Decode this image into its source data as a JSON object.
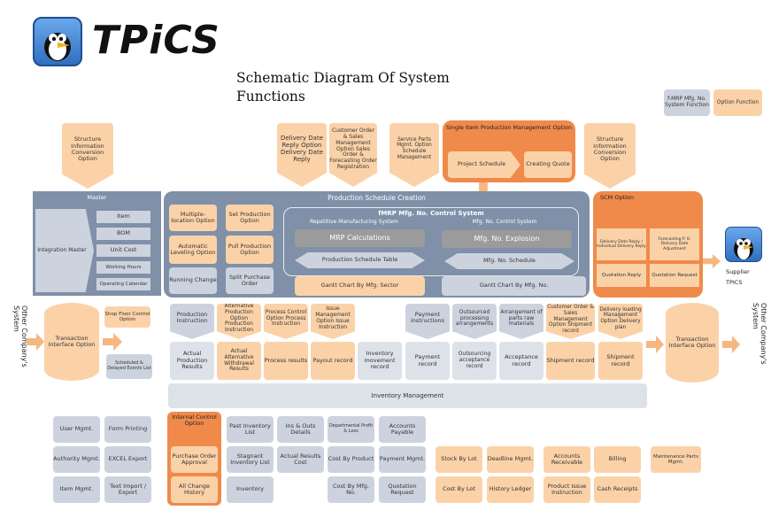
{
  "header": {
    "logo_text": "TPiCS",
    "title_line1": "Schematic Diagram Of System",
    "title_line2": "Functions"
  },
  "legend": {
    "gray_label": "f-MRP Mfg. No. System Function",
    "orange_label": "Option Function"
  },
  "top": {
    "structure_left": "Structure Information Conversion Option",
    "delivery_date": "Delivery Date Reply Option Delivery Date Reply",
    "customer_order": "Customer Order & Sales Management Option Sales Order & Forecasting Order Registration",
    "service_parts": "Service Parts Mgmt. Option Schedule Management",
    "single_item_title": "Single Item Production Management Option",
    "project_schedule": "Project Schedule",
    "creating_quote": "Creating Quote",
    "structure_right": "Structure Information Conversion Option"
  },
  "master": {
    "title": "Master",
    "integration": "Integration Master",
    "items": [
      "Item",
      "BOM",
      "Unit Cost",
      "Working Hours",
      "Operating Calendar"
    ]
  },
  "psc": {
    "title": "Production Schedule Creation",
    "multiple_location": "Multiple- location Option",
    "set_production": "Set Production Option",
    "auto_leveling": "Automatic Leveling Option",
    "pull_production": "Pull Production Option",
    "running_change": "Running Change",
    "split_purchase": "Split Purchase Order",
    "fmrp_title": "fMRP Mfg. No. Control System",
    "repetitive": "Repetitive Manufacturing System",
    "mfg_no_control": "Mfg. No. Control System",
    "mrp_calc": "MRP Calculations",
    "mfg_explosion": "Mfg. No. Explosion",
    "prod_sched_table": "Production Schedule Table",
    "mfg_no_schedule": "Mfg. No. Schedule",
    "gantt_sector": "Gantt Chart By Mfg. Sector",
    "gantt_mfgno": "Gantt Chart By Mfg. No."
  },
  "scm": {
    "title": "SCM Option",
    "delivery_reply": "Delivery Date Reply / Individual Delivery Reply",
    "forecasting": "Forecasting P. O. Delivery Date Adjustment",
    "quotation_reply": "Quotation Reply",
    "quotation_request": "Quotation Request",
    "supplier": "Supplier",
    "tpics": "TPICS"
  },
  "sides": {
    "left": "Other Company's System",
    "right": "Other Company's System"
  },
  "flow": {
    "transaction_left": "Transaction Interface Option",
    "shop_floor": "Shop Floor Control Option",
    "scheduled_delayed": "Scheduled & Delayed Events List",
    "top_row": [
      "Production Instruction",
      "Alternative Production Option Production Instruction",
      "Process Control Option Process Instruction",
      "Issue Management Option Issue Instruction",
      "Payment instructions",
      "Outsourced processing arrangements",
      "Arrangement of parts raw materials",
      "Customer Order & Sales Management Option Shipment record",
      "Delivery loading Management Option Delivery plan"
    ],
    "bottom_row": [
      "Actual Production Results",
      "Actual Alternative Withdrawal Results",
      "Process results",
      "Payout record",
      "Inventory movement record",
      "Payment record",
      "Outsourcing acceptance record",
      "Acceptance record",
      "Shipment record",
      "Shipment record"
    ],
    "transaction_right": "Transaction Interface Option",
    "inventory_mgmt": "Inventory Management"
  },
  "bottom": {
    "user_mgmt": "User Mgmt.",
    "form_printing": "Form Printing",
    "authority_mgmt": "Authority Mgmt.",
    "excel_export": "EXCEL Export",
    "item_mgmt": "Item Mgmt.",
    "text_import": "Text Import / Export",
    "internal_control": "Internal Control Option",
    "po_approval": "Purchase Order Approval",
    "all_change": "All Change History",
    "past_inventory": "Past Inventory List",
    "ins_outs": "Ins & Outs Details",
    "departmental": "Departmental Profit & Loss",
    "accounts_payable": "Accounts Payable",
    "stagnant_inventory": "Stagnant Inventory List",
    "actual_results_cost": "Actual Results Cost",
    "cost_by_product": "Cost By Product",
    "payment_mgmt": "Payment Mgmt.",
    "inventory": "Inventory",
    "cost_by_mfgno": "Cost By Mfg. No.",
    "quotation_request": "Quotation Request",
    "stock_by_lot": "Stock By Lot",
    "deadline_mgmt": "Deadline Mgmt.",
    "accounts_receivable": "Accounts Receivable",
    "billing": "Billing",
    "maintenance_parts": "Maintenance Parts Mgmt.",
    "cost_by_lot": "Cost By Lot",
    "history_ledger": "History Ledger",
    "product_issue": "Product Issue Instruction",
    "cash_receipts": "Cash Receipts"
  },
  "colors": {
    "slate": "#7f90a8",
    "gray_box": "#cdd3de",
    "orange_box": "#fbd2a8",
    "dark_orange": "#f08a4b",
    "arrow_orange": "#f5b781"
  },
  "icons": {
    "logo": "penguin-mascot-icon",
    "supplier": "penguin-mascot-icon"
  }
}
